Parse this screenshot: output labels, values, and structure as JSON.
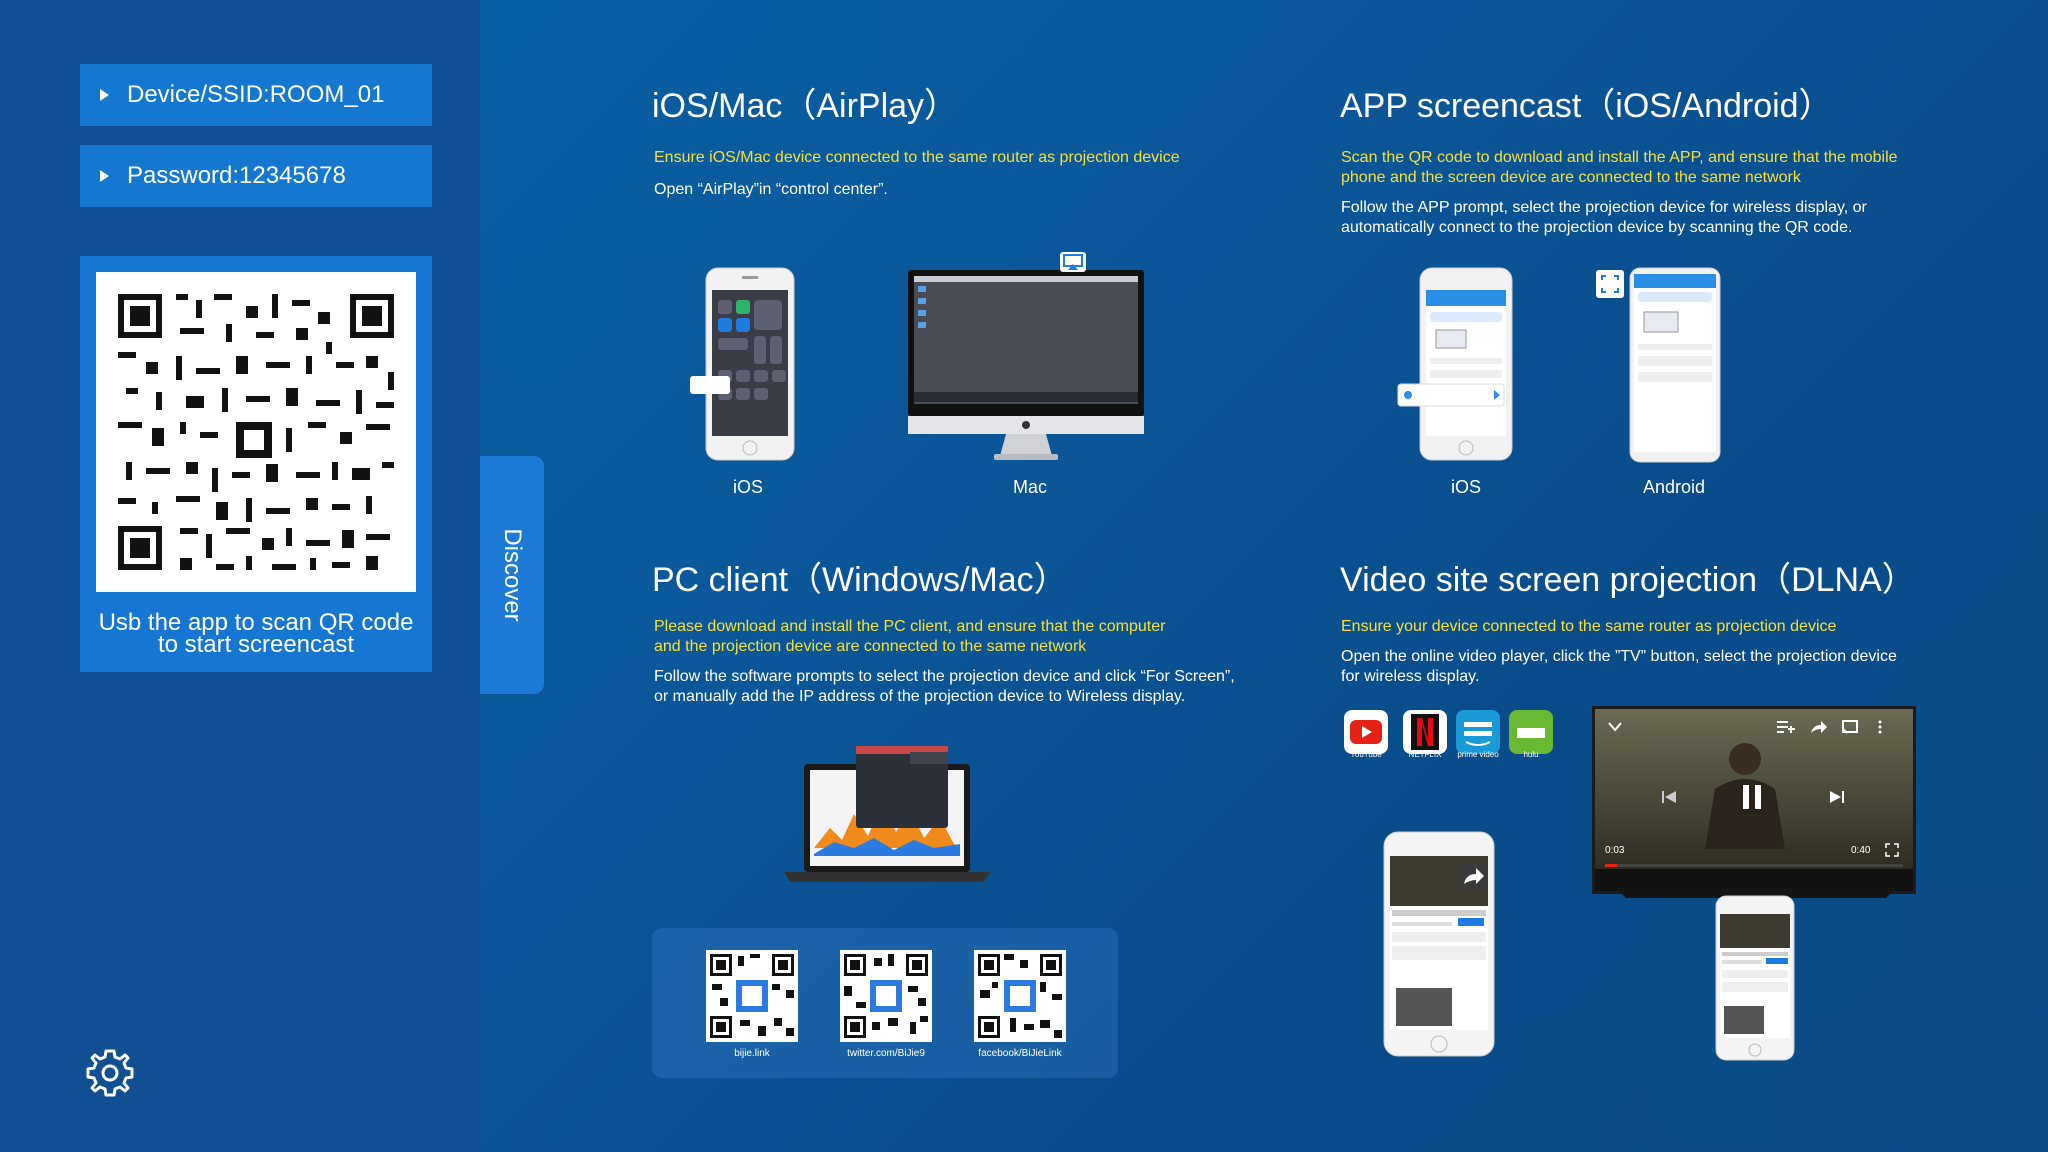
{
  "sidebar": {
    "device_label": "Device/SSID:ROOM_01",
    "password_label": "Password:12345678",
    "qr_caption_line1": "Usb the app to scan QR code",
    "qr_caption_line2": "to start screencast",
    "discover_label": "Discover"
  },
  "airplay": {
    "title": "iOS/Mac（AirPlay）",
    "note": "Ensure iOS/Mac device connected to the same router as projection device",
    "instruction": "Open “AirPlay”in “control center”.",
    "ios_label": "iOS",
    "mac_label": "Mac"
  },
  "app_screencast": {
    "title": "APP screencast（iOS/Android）",
    "note_line1": "Scan the QR code to download and install the APP, and ensure that the mobile",
    "note_line2": "phone and the screen device are connected to the same network",
    "instruction_line1": "Follow the APP prompt, select the projection device for wireless display, or",
    "instruction_line2": "automatically connect to the projection device by scanning the QR code.",
    "ios_label": "iOS",
    "android_label": "Android"
  },
  "pc_client": {
    "title": "PC client（Windows/Mac）",
    "note_line1": "Please download and install the PC client, and ensure that the computer",
    "note_line2": "and the projection device are connected to the same network",
    "instruction_line1": "Follow the software prompts to select the projection device and click “For Screen”,",
    "instruction_line2": "or manually add the IP address of the projection device to Wireless display.",
    "qr_links": [
      "bijie.link",
      "twitter.com/BiJie9",
      "facebook/BiJieLink"
    ]
  },
  "dlna": {
    "title": "Video site screen projection（DLNA）",
    "note": "Ensure your device connected to the same router as projection device",
    "instruction_line1": "Open the online video player, click the ”TV” button, select the projection device",
    "instruction_line2": "for wireless display.",
    "apps": [
      "YouTube",
      "NETFLIX",
      "prime video",
      "hulu"
    ],
    "time_current": "0:03",
    "time_total": "0:40"
  },
  "colors": {
    "sidebar_bg": "#0f4f92",
    "button_bg": "#1578d0",
    "accent_yellow": "#f5e03a"
  }
}
